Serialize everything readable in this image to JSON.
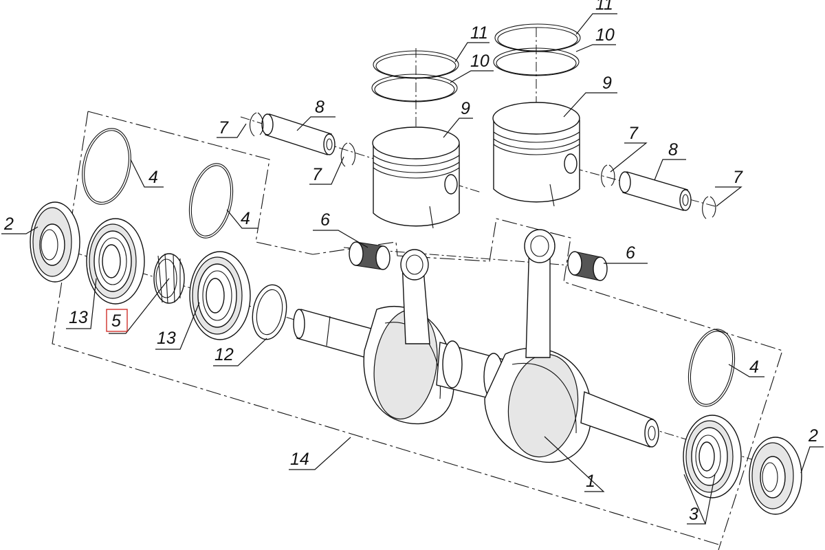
{
  "labels": {
    "l1": "1",
    "l2a": "2",
    "l2b": "2",
    "l3": "3",
    "l4a": "4",
    "l4b": "4",
    "l4c": "4",
    "l5": "5",
    "l6a": "6",
    "l6b": "6",
    "l7a": "7",
    "l7b": "7",
    "l7c": "7",
    "l7d": "7",
    "l8a": "8",
    "l8b": "8",
    "l9a": "9",
    "l9b": "9",
    "l10a": "10",
    "l10b": "10",
    "l11a": "11",
    "l11b": "11",
    "l12": "12",
    "l13a": "13",
    "l13b": "13",
    "l14": "14"
  },
  "colors": {
    "highlight": "#d0302a",
    "ink": "#111111"
  }
}
